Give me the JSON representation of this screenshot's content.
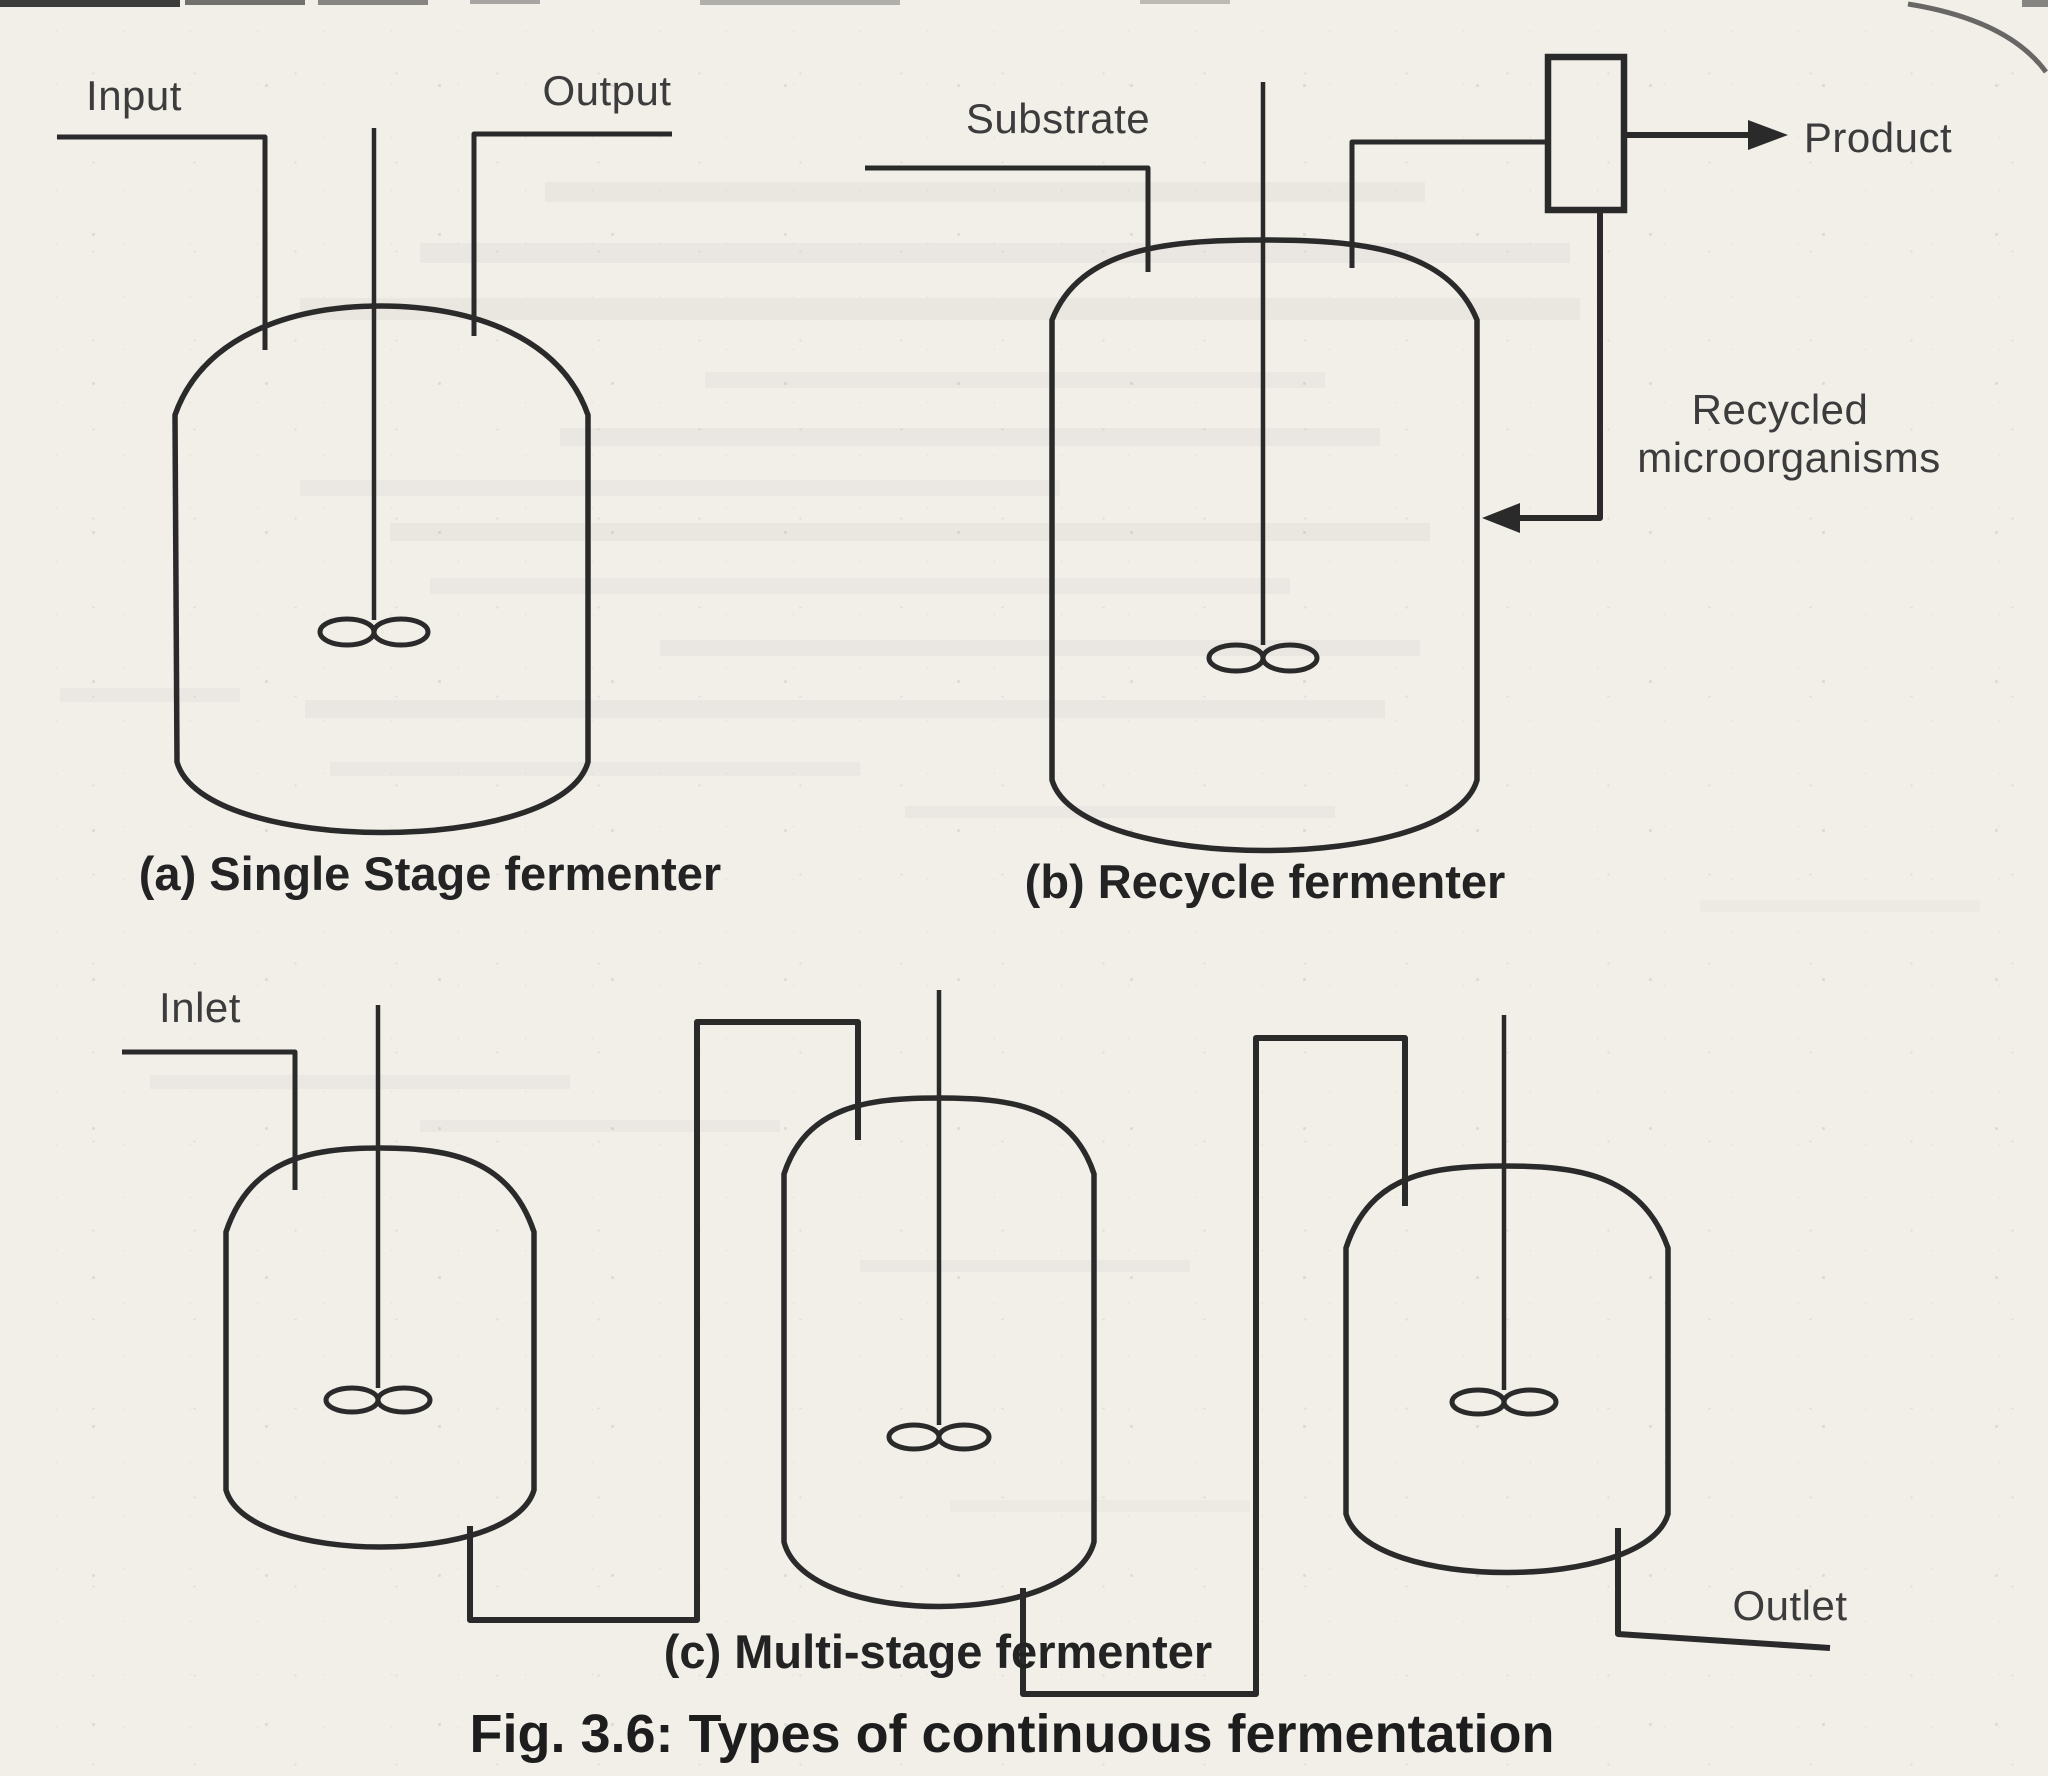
{
  "figure": {
    "caption": "Fig. 3.6: Types of continuous fermentation"
  },
  "panel_a": {
    "caption": "(a) Single Stage fermenter",
    "labels": {
      "input": "Input",
      "output": "Output"
    }
  },
  "panel_b": {
    "caption": "(b) Recycle fermenter",
    "labels": {
      "substrate": "Substrate",
      "product": "Product",
      "recycled_line1": "Recycled",
      "recycled_line2": "microorganisms"
    }
  },
  "panel_c": {
    "caption": "(c) Multi-stage fermenter",
    "labels": {
      "inlet": "Inlet",
      "outlet": "Outlet"
    }
  },
  "colors": {
    "ink": "#2a2a2a",
    "label_ink": "#3c3c3c",
    "paper": "#f2efe9"
  }
}
